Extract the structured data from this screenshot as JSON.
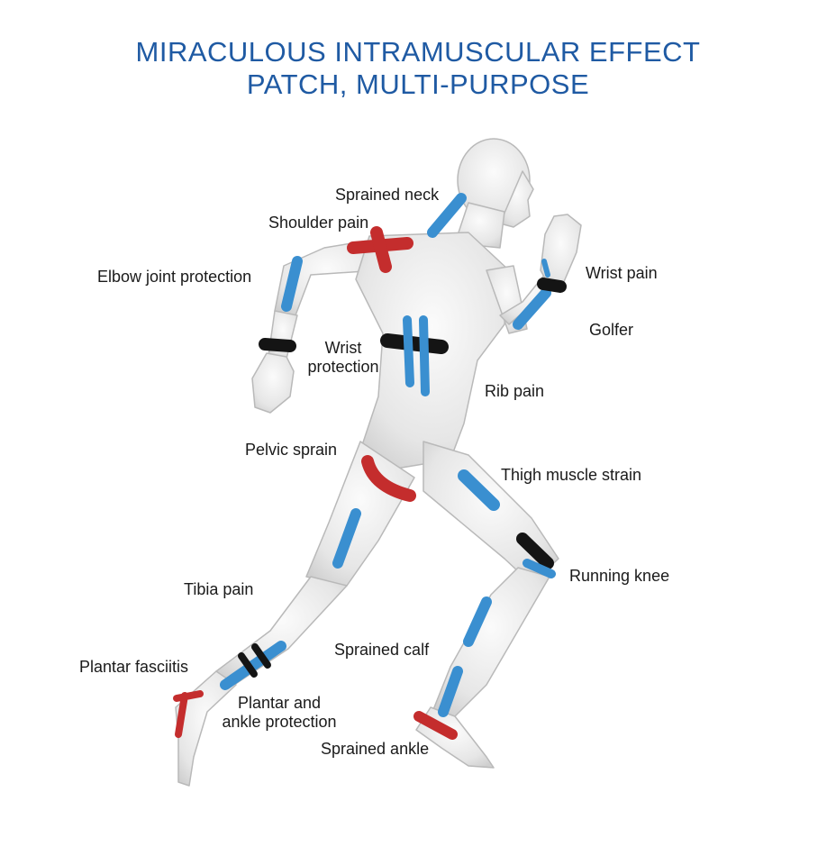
{
  "title": {
    "line1": "MIRACULOUS INTRAMUSCULAR EFFECT",
    "line2": "PATCH, MULTI-PURPOSE"
  },
  "colors": {
    "title": "#1f5aa3",
    "tape_blue": "#3a8fd0",
    "tape_red": "#c42d2d",
    "tape_black": "#141414",
    "body_fill": "#e9e9e9",
    "body_stroke": "#b9b9b9"
  },
  "labels": {
    "sprained_neck": "Sprained neck",
    "shoulder_pain": "Shoulder pain",
    "elbow_joint_protection": "Elbow joint protection",
    "wrist_pain": "Wrist pain",
    "golfer": "Golfer",
    "wrist_protection_1": "Wrist",
    "wrist_protection_2": "protection",
    "rib_pain": "Rib pain",
    "pelvic_sprain": "Pelvic sprain",
    "thigh_muscle_strain": "Thigh muscle strain",
    "running_knee": "Running knee",
    "tibia_pain": "Tibia pain",
    "sprained_calf": "Sprained calf",
    "plantar_fasciitis": "Plantar fasciitis",
    "plantar_ankle_1": "Plantar and",
    "plantar_ankle_2": "ankle protection",
    "sprained_ankle": "Sprained ankle"
  }
}
